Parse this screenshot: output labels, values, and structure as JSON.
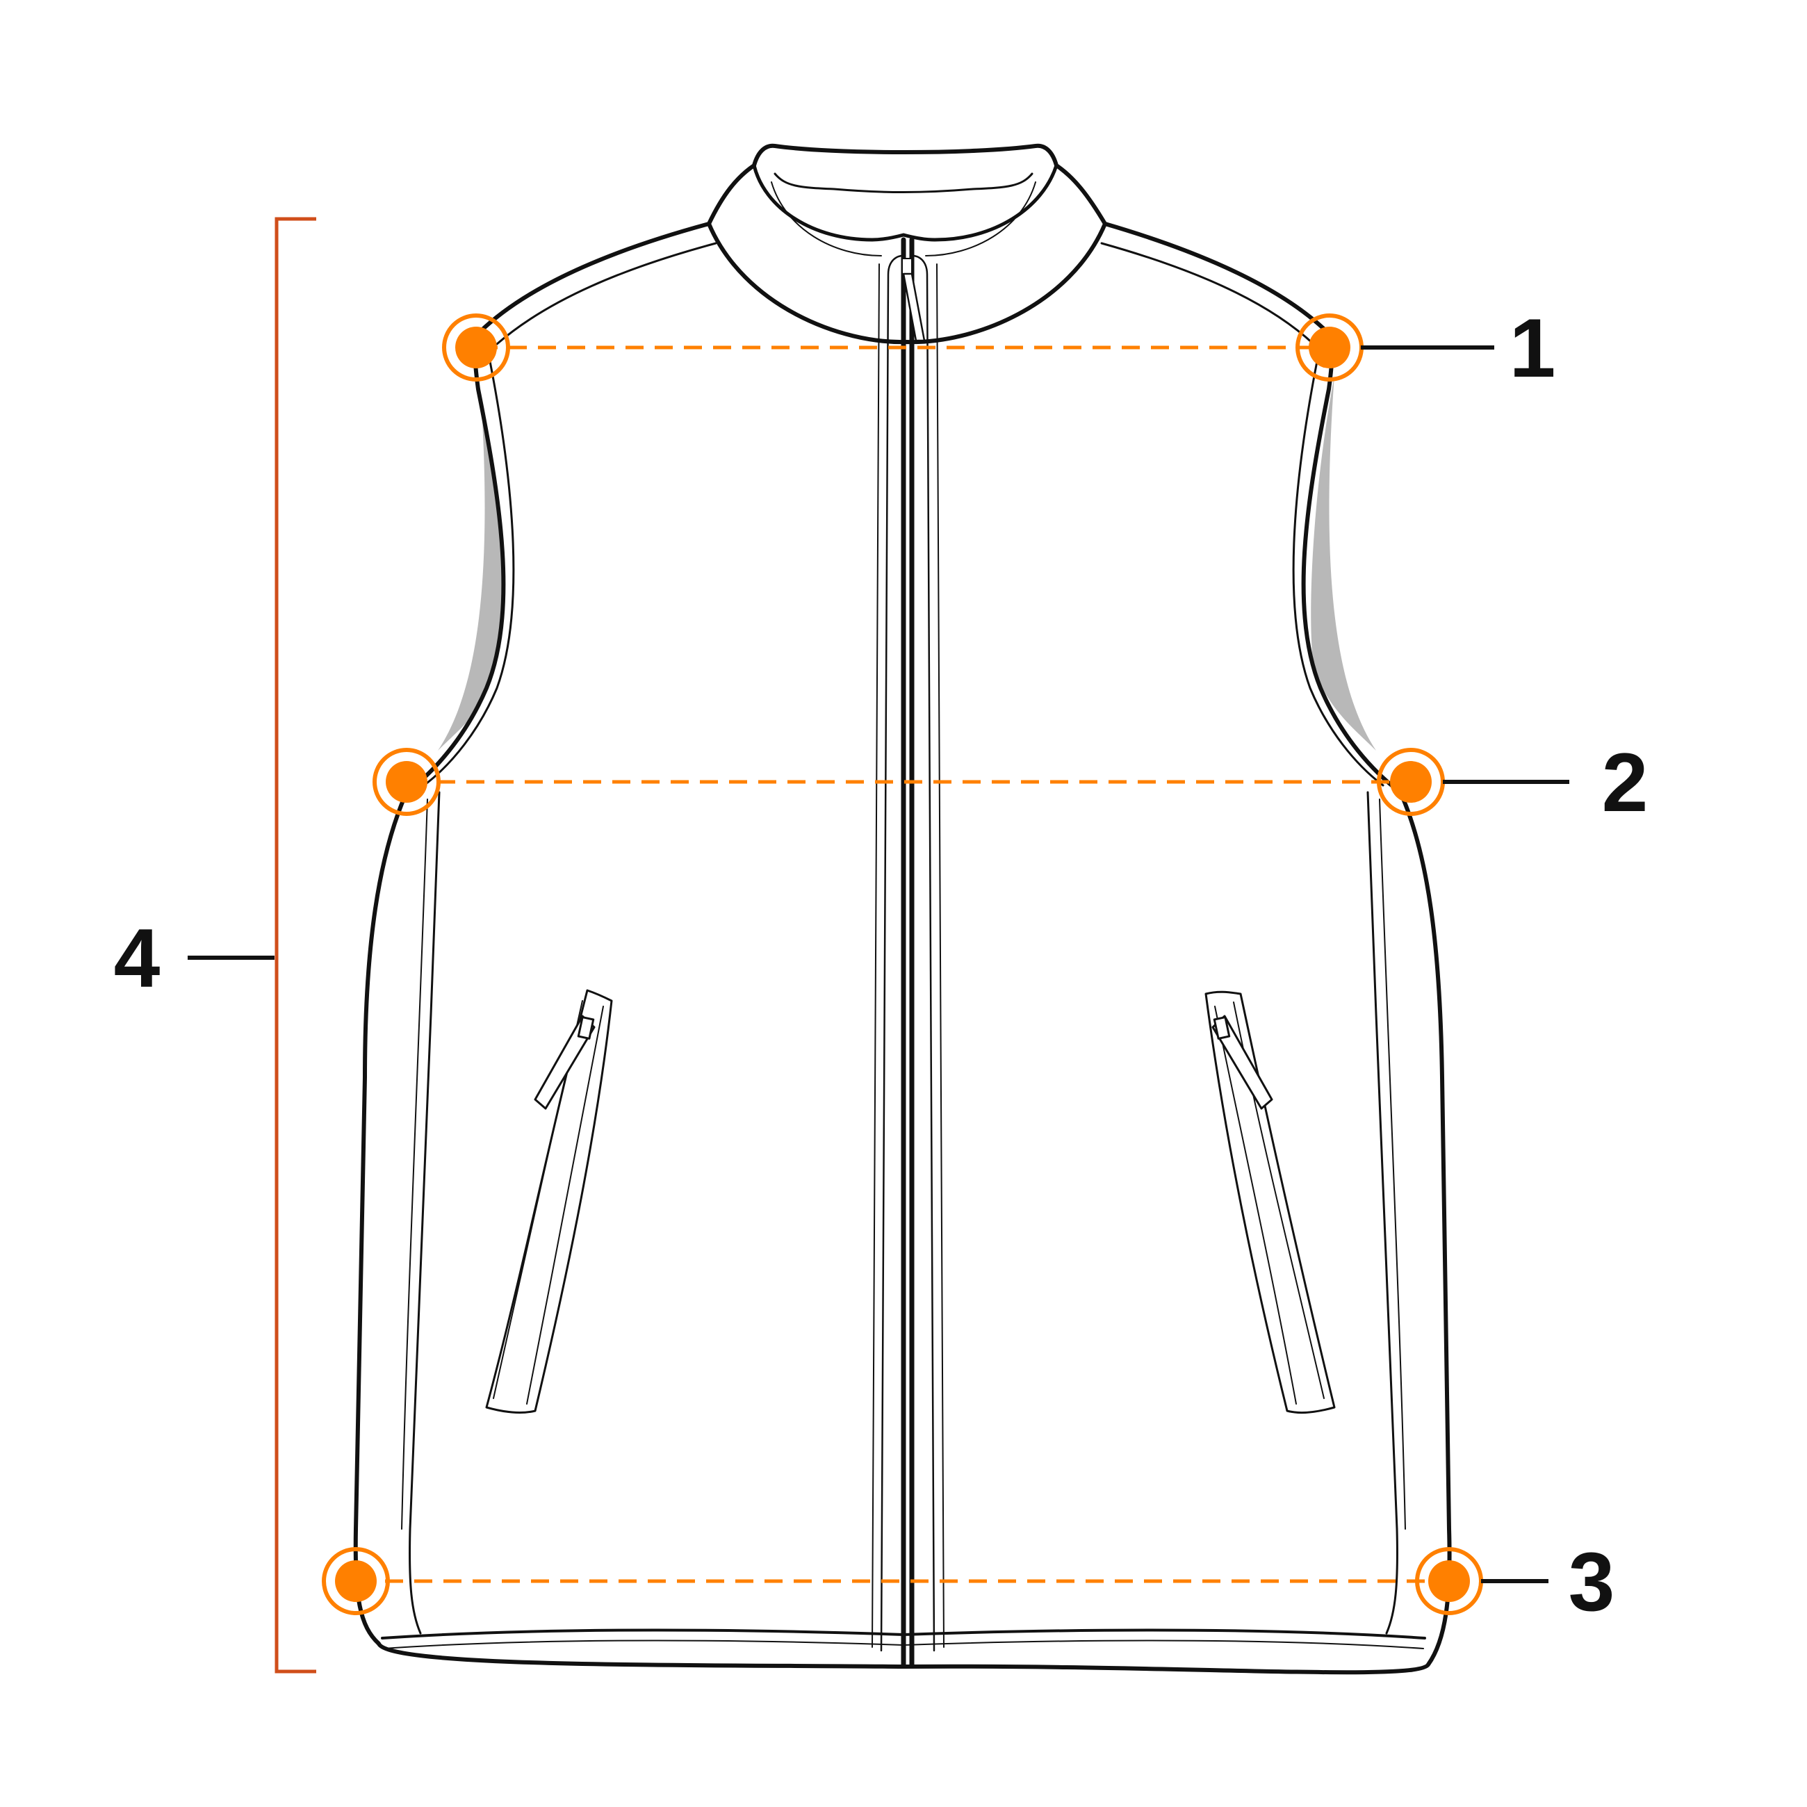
{
  "colors": {
    "outline": "#111111",
    "marker": "#ff8000",
    "bracket": "#d04e1a",
    "armhole_shade": "#b8b8b8",
    "background": "#ffffff"
  },
  "measurements": [
    {
      "label": "1",
      "guide": "dashed-horizontal"
    },
    {
      "label": "2",
      "guide": "dashed-horizontal"
    },
    {
      "label": "3",
      "guide": "dashed-horizontal"
    },
    {
      "label": "4",
      "guide": "vertical-bracket"
    }
  ]
}
